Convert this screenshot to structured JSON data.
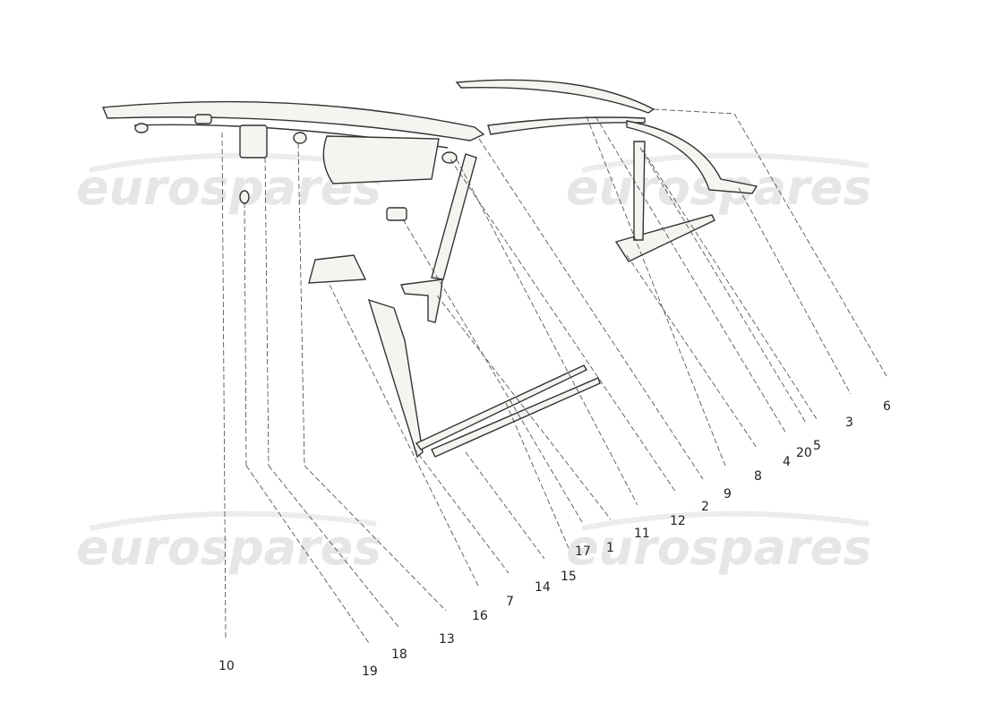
{
  "diagram": {
    "watermark_text": "eurospares",
    "callouts": [
      "1",
      "2",
      "3",
      "4",
      "5",
      "6",
      "7",
      "8",
      "9",
      "10",
      "11",
      "12",
      "13",
      "14",
      "15",
      "16",
      "17",
      "18",
      "19",
      "20"
    ],
    "parts": [
      {
        "id": "roof-rail-trim",
        "callout": "2"
      },
      {
        "id": "rear-roof-rail-trim",
        "callout": "6"
      },
      {
        "id": "rear-pillar-trim",
        "callout": "3"
      },
      {
        "id": "sun-visor",
        "callout": "12"
      },
      {
        "id": "a-pillar-trim",
        "callout": "1"
      },
      {
        "id": "door-sill-trim",
        "callout": "15"
      },
      {
        "id": "windscreen-pillar-panel",
        "callout": "7"
      },
      {
        "id": "rear-quarter-bracket",
        "callout": "8"
      }
    ]
  }
}
